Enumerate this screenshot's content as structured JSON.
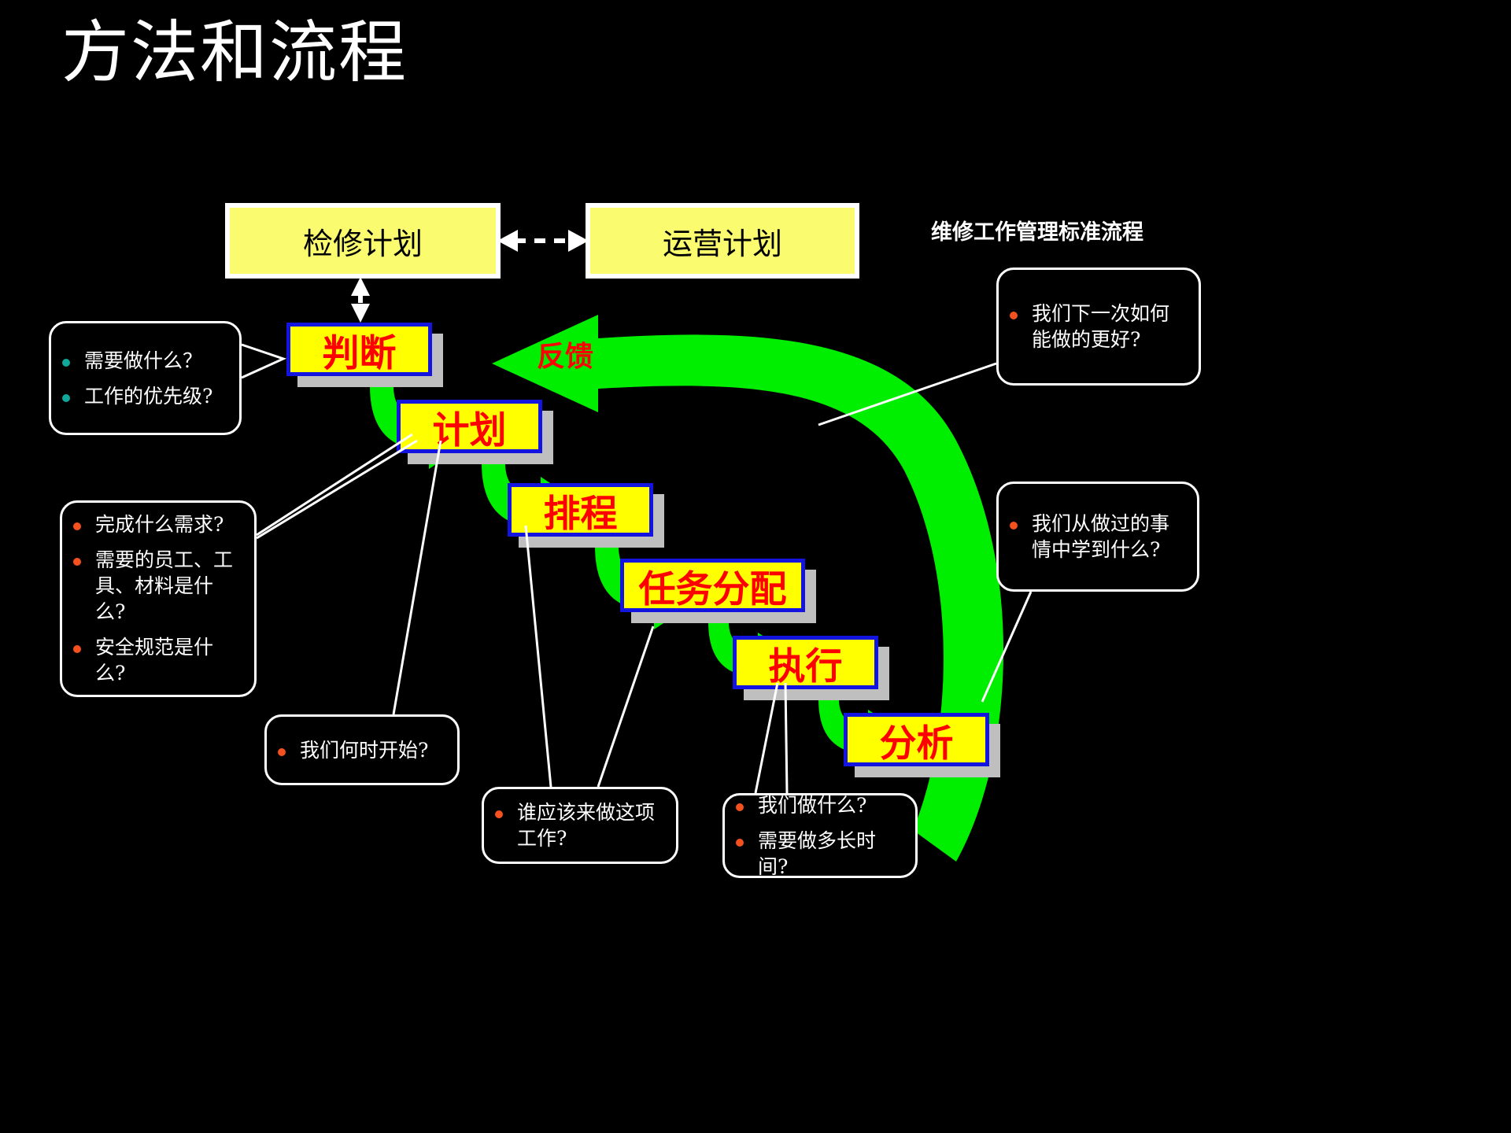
{
  "page": {
    "title": "方法和流程",
    "background_color": "#000000",
    "flow_caption": "维修工作管理标准流程"
  },
  "palette": {
    "plan_box_fill": "#fbfb70",
    "plan_box_border": "#ffffff",
    "process_box_fill": "#ffff00",
    "process_box_border": "#1414e0",
    "process_text": "#ff0000",
    "process_shadow": "#bfbfbf",
    "arrow_green": "#00ee00",
    "callout_border": "#ffffff",
    "bullet_teal": "#0fa89a",
    "bullet_orange": "#f4511e",
    "feedback_text": "#ff0000"
  },
  "plan_boxes": [
    {
      "id": "maintenance-plan",
      "label": "检修计划"
    },
    {
      "id": "operations-plan",
      "label": "运营计划"
    }
  ],
  "connectors": {
    "plan_to_plan": "dashed-double-arrow-horizontal",
    "plan_to_judge": "dashed-double-arrow-vertical",
    "feedback_label": "反馈"
  },
  "process_steps": [
    {
      "id": "judge",
      "label": "判断"
    },
    {
      "id": "plan",
      "label": "计划"
    },
    {
      "id": "schedule",
      "label": "排程"
    },
    {
      "id": "assign",
      "label": "任务分配"
    },
    {
      "id": "execute",
      "label": "执行"
    },
    {
      "id": "analyze",
      "label": "分析"
    }
  ],
  "callouts": [
    {
      "id": "judge-questions",
      "bullet_color": "#0fa89a",
      "lines": [
        "需要做什么？",
        "工作的优先级?"
      ]
    },
    {
      "id": "plan-questions",
      "bullet_color": "#f4511e",
      "lines": [
        "完成什么需求?",
        "需要的员工、工具、材料是什么?",
        "安全规范是什么?"
      ]
    },
    {
      "id": "schedule-question",
      "bullet_color": "#f4511e",
      "lines": [
        "我们何时开始?"
      ]
    },
    {
      "id": "assign-question",
      "bullet_color": "#f4511e",
      "lines": [
        "谁应该来做这项工作?"
      ]
    },
    {
      "id": "execute-questions",
      "bullet_color": "#f4511e",
      "lines": [
        "我们做什么?",
        "需要做多长时间?"
      ]
    },
    {
      "id": "improve-question",
      "bullet_color": "#f4511e",
      "lines": [
        "我们下一次如何能做的更好?"
      ]
    },
    {
      "id": "learn-question",
      "bullet_color": "#f4511e",
      "lines": [
        "我们从做过的事情中学到什么?"
      ]
    }
  ]
}
